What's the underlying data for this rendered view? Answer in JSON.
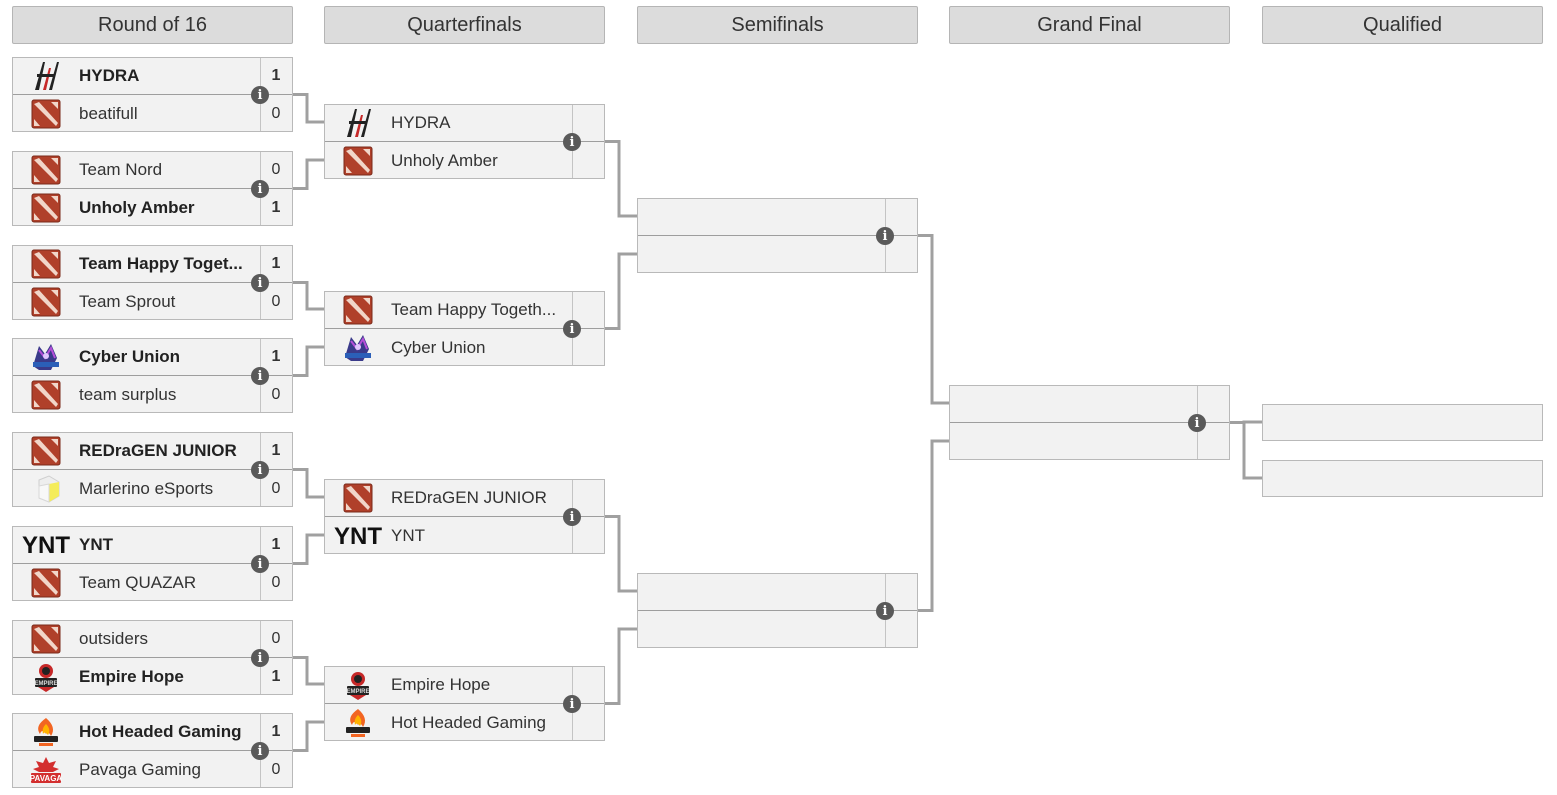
{
  "rounds": [
    "Round of 16",
    "Quarterfinals",
    "Semifinals",
    "Grand Final",
    "Qualified"
  ],
  "round_of_16": [
    {
      "t1": {
        "name": "HYDRA",
        "logo": "hydra-logo",
        "score": "1",
        "win": true
      },
      "t2": {
        "name": "beatifull",
        "logo": "dota-logo",
        "score": "0",
        "win": false
      }
    },
    {
      "t1": {
        "name": "Team Nord",
        "logo": "dota-logo",
        "score": "0",
        "win": false
      },
      "t2": {
        "name": "Unholy Amber",
        "logo": "dota-logo",
        "score": "1",
        "win": true
      }
    },
    {
      "t1": {
        "name": "Team Happy Toget...",
        "logo": "dota-logo",
        "score": "1",
        "win": true
      },
      "t2": {
        "name": "Team Sprout",
        "logo": "dota-logo",
        "score": "0",
        "win": false
      }
    },
    {
      "t1": {
        "name": "Cyber Union",
        "logo": "cyber-union-logo",
        "score": "1",
        "win": true
      },
      "t2": {
        "name": "team surplus",
        "logo": "dota-logo",
        "score": "0",
        "win": false
      }
    },
    {
      "t1": {
        "name": "REDraGEN JUNIOR",
        "logo": "dota-logo",
        "score": "1",
        "win": true
      },
      "t2": {
        "name": "Marlerino eSports",
        "logo": "marlerino-logo",
        "score": "0",
        "win": false
      }
    },
    {
      "t1": {
        "name": "YNT",
        "logo": "ynt-logo",
        "score": "1",
        "win": true
      },
      "t2": {
        "name": "Team QUAZAR",
        "logo": "dota-logo",
        "score": "0",
        "win": false
      }
    },
    {
      "t1": {
        "name": "outsiders",
        "logo": "dota-logo",
        "score": "0",
        "win": false
      },
      "t2": {
        "name": "Empire Hope",
        "logo": "empire-logo",
        "score": "1",
        "win": true
      }
    },
    {
      "t1": {
        "name": "Hot Headed Gaming",
        "logo": "hot-headed-logo",
        "score": "1",
        "win": true
      },
      "t2": {
        "name": "Pavaga Gaming",
        "logo": "pavaga-logo",
        "score": "0",
        "win": false
      }
    }
  ],
  "quarterfinals": [
    {
      "t1": {
        "name": "HYDRA",
        "logo": "hydra-logo",
        "score": "",
        "win": false
      },
      "t2": {
        "name": "Unholy Amber",
        "logo": "dota-logo",
        "score": "",
        "win": false
      }
    },
    {
      "t1": {
        "name": "Team Happy Togeth...",
        "logo": "dota-logo",
        "score": "",
        "win": false
      },
      "t2": {
        "name": "Cyber Union",
        "logo": "cyber-union-logo",
        "score": "",
        "win": false
      }
    },
    {
      "t1": {
        "name": "REDraGEN JUNIOR",
        "logo": "dota-logo",
        "score": "",
        "win": false
      },
      "t2": {
        "name": "YNT",
        "logo": "ynt-logo",
        "score": "",
        "win": false
      }
    },
    {
      "t1": {
        "name": "Empire Hope",
        "logo": "empire-logo",
        "score": "",
        "win": false
      },
      "t2": {
        "name": "Hot Headed Gaming",
        "logo": "hot-headed-logo",
        "score": "",
        "win": false
      }
    }
  ],
  "semifinals": [
    {
      "t1": {
        "name": "",
        "logo": "",
        "score": "",
        "win": false
      },
      "t2": {
        "name": "",
        "logo": "",
        "score": "",
        "win": false
      }
    },
    {
      "t1": {
        "name": "",
        "logo": "",
        "score": "",
        "win": false
      },
      "t2": {
        "name": "",
        "logo": "",
        "score": "",
        "win": false
      }
    }
  ],
  "grand_final": [
    {
      "t1": {
        "name": "",
        "logo": "",
        "score": "",
        "win": false
      },
      "t2": {
        "name": "",
        "logo": "",
        "score": "",
        "win": false
      }
    }
  ],
  "qualified": [
    "",
    ""
  ],
  "logo_text": {
    "ynt": "YNT",
    "pavaga": "PAVAGA",
    "empire": "EMPIRE"
  },
  "colors": {
    "header_bg": "#dcdcdc",
    "match_bg": "#f2f2f2",
    "line": "#a0a0a0",
    "dota_red": "#b0402a"
  }
}
